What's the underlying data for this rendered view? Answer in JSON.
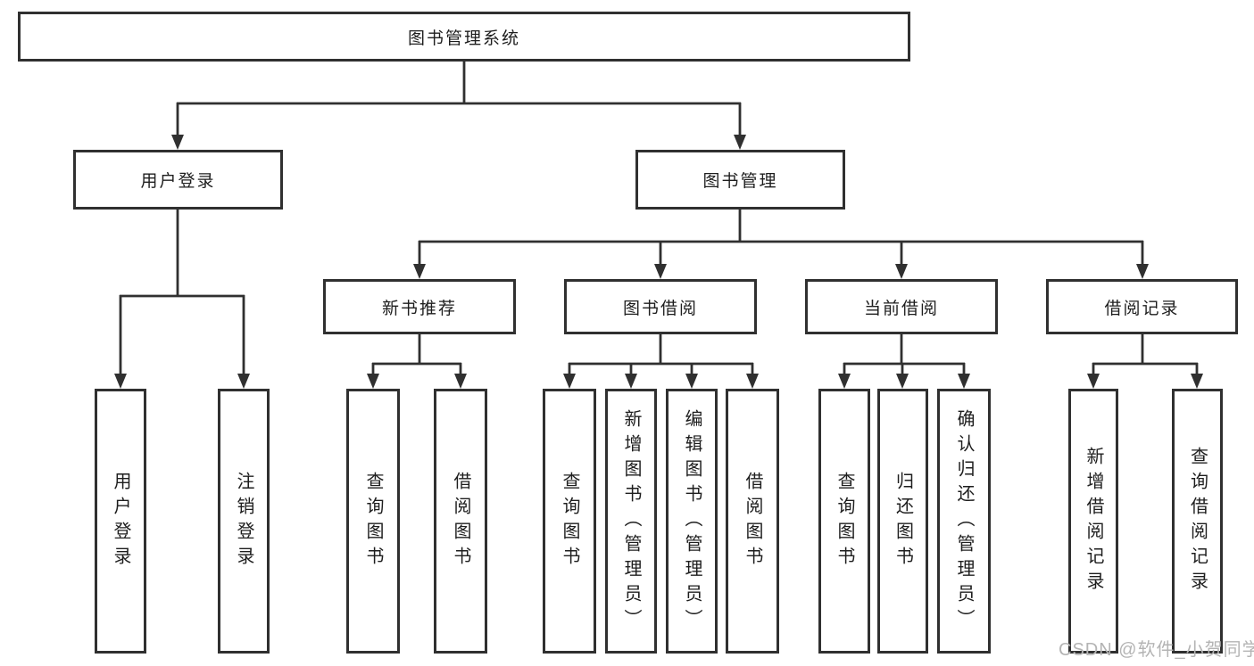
{
  "colors": {
    "line": "#303030",
    "text": "#1e1e1e",
    "background": "#ffffff",
    "watermark_text": "#b4b4b4"
  },
  "watermark": {
    "text": "CSDN @软件_小贺同学"
  },
  "tree": {
    "root": {
      "label": "图书管理系统"
    },
    "branches": [
      {
        "label": "用户登录",
        "children": [
          {
            "label": "用户登录"
          },
          {
            "label": "注销登录"
          }
        ]
      },
      {
        "label": "图书管理",
        "children": [
          {
            "label": "新书推荐",
            "children": [
              {
                "label": "查询图书"
              },
              {
                "label": "借阅图书"
              }
            ]
          },
          {
            "label": "图书借阅",
            "children": [
              {
                "label": "查询图书"
              },
              {
                "label": "新增图书（管理员）"
              },
              {
                "label": "编辑图书（管理员）"
              },
              {
                "label": "借阅图书"
              }
            ]
          },
          {
            "label": "当前借阅",
            "children": [
              {
                "label": "查询图书"
              },
              {
                "label": "归还图书"
              },
              {
                "label": "确认归还（管理员）"
              }
            ]
          },
          {
            "label": "借阅记录",
            "children": [
              {
                "label": "新增借阅记录"
              },
              {
                "label": "查询借阅记录"
              }
            ]
          }
        ]
      }
    ]
  }
}
